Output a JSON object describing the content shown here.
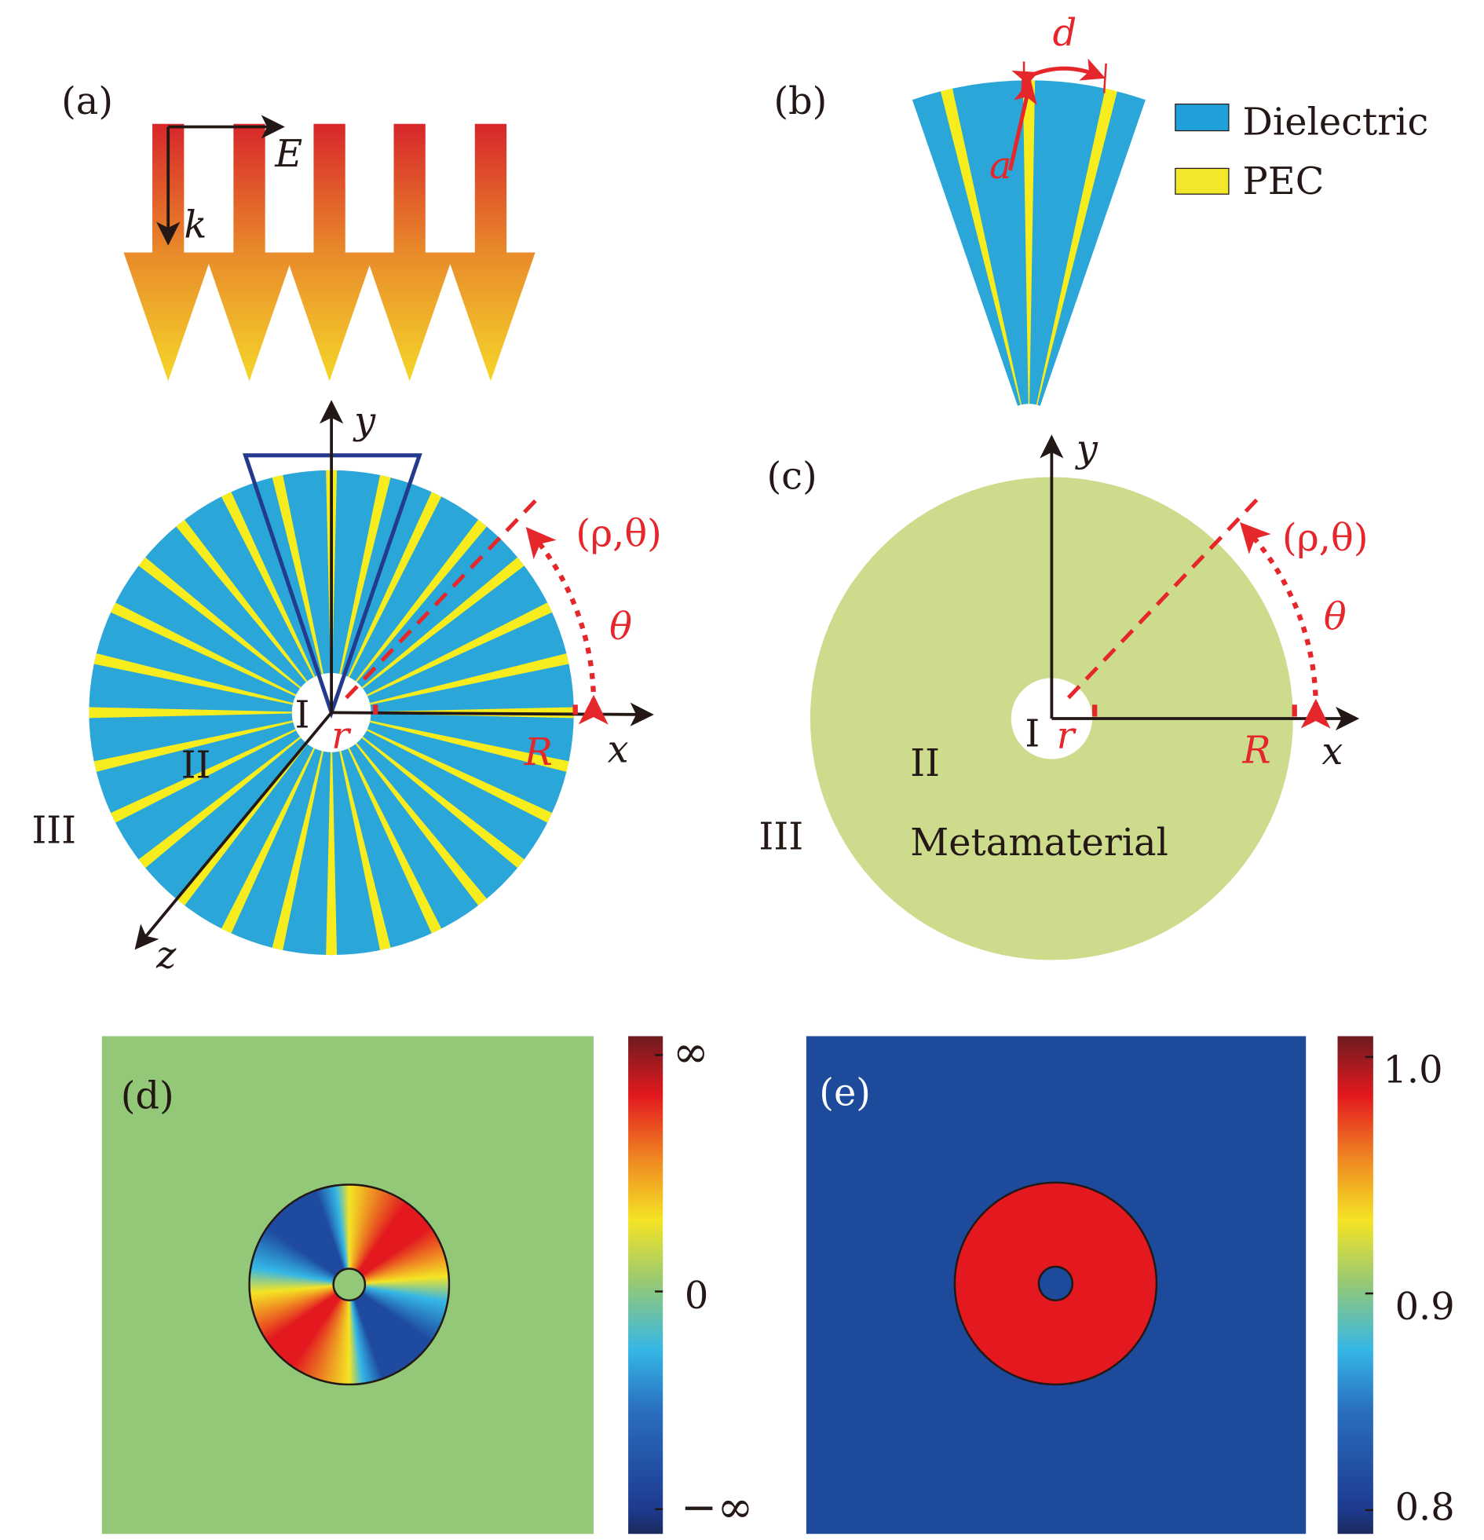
{
  "panels": {
    "a": {
      "label": "(a)",
      "E": "E",
      "k": "k",
      "x": "x",
      "y": "y",
      "z": "z",
      "coord": "(ρ,θ)",
      "theta": "θ",
      "R": "R",
      "r": "r",
      "region1": "I",
      "region2": "II",
      "region3": "III",
      "stripe_count": 28
    },
    "b": {
      "label": "(b)",
      "d": "d",
      "a": "a",
      "legend": [
        {
          "label": "Dielectric",
          "color": "#1fa0db"
        },
        {
          "label": "PEC",
          "color": "#f2e72a"
        }
      ]
    },
    "c": {
      "label": "(c)",
      "x": "x",
      "y": "y",
      "coord": "(ρ,θ)",
      "theta": "θ",
      "R": "R",
      "r": "r",
      "region1": "I",
      "region2": "II",
      "region3": "III",
      "material": "Metamaterial"
    },
    "d": {
      "label": "(d)",
      "colorbar": {
        "max": "∞",
        "mid": "0",
        "min": "−∞"
      }
    },
    "e": {
      "label": "(e)",
      "colorbar": {
        "max": "1.0",
        "mid": "0.9",
        "min": "0.8"
      }
    }
  },
  "colors": {
    "dielectric": "#2ba6d8",
    "pec": "#f7ec1e",
    "metamaterial": "#ccdb8c",
    "accent": "#e5262b",
    "d_background": "#93c878",
    "e_background": "#1e4a9c",
    "e_ring": "#e3191f"
  }
}
